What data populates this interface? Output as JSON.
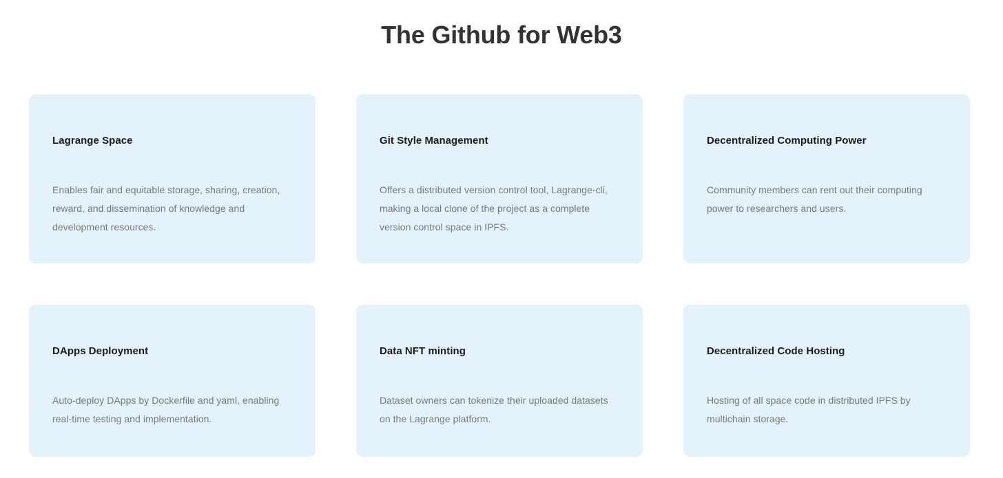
{
  "header": {
    "title": "The Github for Web3"
  },
  "theme": {
    "page_background": "#ffffff",
    "card_background": "#e3f2fb",
    "title_color": "#333333",
    "card_title_color": "#1b1b1b",
    "card_text_color": "#787878"
  },
  "cards": [
    {
      "title": "Lagrange Space",
      "description": "Enables fair and equitable storage, sharing, creation, reward, and dissemination of knowledge and development resources."
    },
    {
      "title": "Git Style Management",
      "description": "Offers a distributed version control tool, Lagrange-cli, making a local clone of the project as a complete version control space in IPFS."
    },
    {
      "title": "Decentralized Computing Power",
      "description": "Community members can rent out their computing power to researchers and users."
    },
    {
      "title": "DApps Deployment",
      "description": "Auto-deploy DApps by Dockerfile and yaml, enabling real-time testing and implementation."
    },
    {
      "title": "Data NFT minting",
      "description": "Dataset owners can tokenize their uploaded datasets on the Lagrange platform."
    },
    {
      "title": "Decentralized Code Hosting",
      "description": "Hosting of all space code in distributed IPFS by multichain storage."
    }
  ]
}
